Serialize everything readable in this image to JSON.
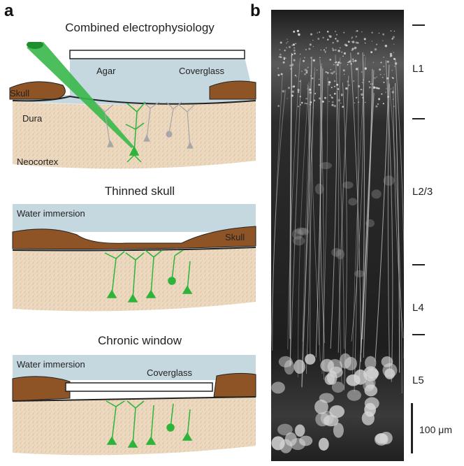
{
  "panel_a": {
    "letter": "a",
    "diagrams": [
      {
        "title": "Combined electrophysiology",
        "labels": {
          "agar": "Agar",
          "coverglass": "Coverglass",
          "skull": "Skull",
          "dura": "Dura",
          "neocortex": "Neocortex"
        }
      },
      {
        "title": "Thinned skull",
        "labels": {
          "water": "Water immersion",
          "skull": "Skull"
        }
      },
      {
        "title": "Chronic window",
        "labels": {
          "water": "Water immersion",
          "coverglass": "Coverglass"
        }
      }
    ]
  },
  "panel_b": {
    "letter": "b",
    "layers": [
      "L1",
      "L2/3",
      "L4",
      "L5"
    ],
    "scale_bar": "100 μm"
  },
  "colors": {
    "tissue": "#ecd9bf",
    "water": "#c5d8e0",
    "skull": "#8f5426",
    "neuron_green": "#2eb33b",
    "neuron_gray": "#a7a7a7",
    "pipette_green": "#38b84a"
  }
}
